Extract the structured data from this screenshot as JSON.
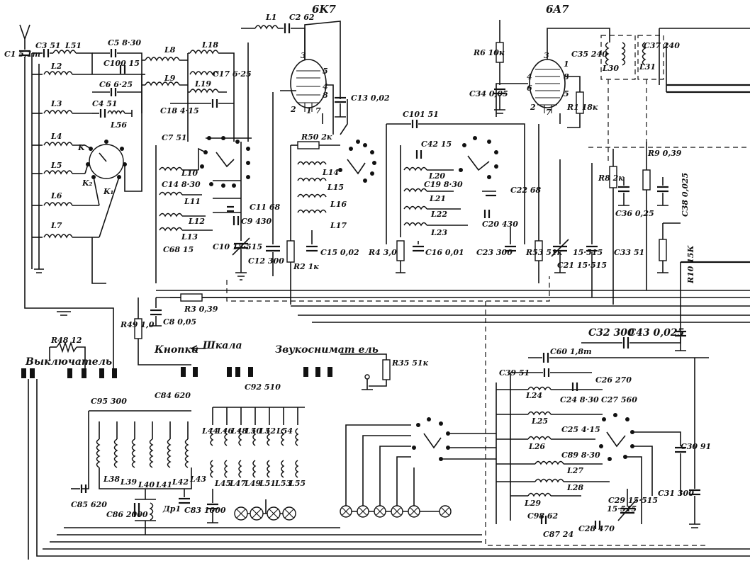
{
  "tubes": {
    "t1": "6K7",
    "t2": "6A7"
  },
  "controls": {
    "buttons": "Кнопки",
    "scale": "Шкала",
    "sound_removal": "Звукоснимат ель",
    "power_switch": "Выключатель"
  },
  "labels": {
    "C1": "C1 5,1т",
    "C3": "C3 51",
    "L51": "L51",
    "C5": "C5 8·30",
    "L8": "L8",
    "L18": "L18",
    "L2": "L2",
    "C100": "C100 15",
    "C6": "C6 6·25",
    "L9": "L9",
    "L19": "L19",
    "C17": "C17 6·25",
    "L3": "L3",
    "C4": "C4 51",
    "L56": "L56",
    "C18": "C18 4·15",
    "L4": "L4",
    "L5": "L5",
    "L6": "L6",
    "L7": "L7",
    "C7": "C7 51",
    "L10": "L10",
    "C14": "C14 8·30",
    "L11": "L11",
    "L12": "L12",
    "L13": "L13",
    "C68": "C68 15",
    "C11": "C11 68",
    "C9": "C9 430",
    "C10": "C10 15·515",
    "C12": "C12 300",
    "L1": "L1",
    "C2": "C2 62",
    "C13": "C13 0,02",
    "R50": "R50 2к",
    "L14": "L14",
    "L15": "L15",
    "L16": "L16",
    "L17": "L17",
    "R2": "R2 1к",
    "C15": "C15 0,02",
    "C101": "C101 51",
    "C42": "C42 15",
    "L20": "L20",
    "C19": "C19 8·30",
    "L21": "L21",
    "L22": "L22",
    "L23": "L23",
    "C22": "C22 68",
    "C20": "C20 430",
    "R4": "R4 3,0",
    "C16": "C16 0,01",
    "C23": "C23 300",
    "R6": "R6 10к",
    "C34": "C34 0,05",
    "R1": "R1 18к",
    "R53": "R53 51к",
    "C21": "C21 15·515",
    "C35": "C35 240",
    "L30": "L30",
    "C37": "C37 240",
    "L31": "L31",
    "R8": "R8 2к",
    "C36": "C36 0,25",
    "R9": "R9 0,39",
    "C38": "C38 0,025",
    "C33": "C33 51",
    "R10": "R10 15К",
    "C32": "C32 300",
    "C43": "C43 0,025",
    "R3": "R3 0,39",
    "C8": "C8 0,05",
    "R49": "R49 1,0",
    "R48": "R48 12",
    "R35": "R35 51к",
    "C60": "C60 1,8т",
    "C39": "C39 51",
    "C26": "C26 270",
    "L24": "L24",
    "C24": "C24 8·30",
    "C27": "C27 560",
    "L25": "L25",
    "C25": "C25 4·15",
    "L26": "L26",
    "C89": "C89 8·30",
    "L27": "L27",
    "L28": "L28",
    "L29": "L29",
    "C29": "C29 15·515",
    "C30": "C30 91",
    "C31": "C31 300",
    "C98": "C98 62",
    "C87": "C87 24",
    "C28": "C28 470",
    "C95": "C95 300",
    "C84": "C84 620",
    "C92": "C92 510",
    "L38": "L38",
    "L39": "L39",
    "L40": "L40",
    "L41": "L41",
    "L42": "L42",
    "L43": "L43",
    "L44": "L44",
    "L45": "L45",
    "L46": "L46",
    "L47": "L47",
    "L48": "L48",
    "L49": "L49",
    "L50": "L50",
    "L51b": "L51",
    "L52": "L52",
    "L53": "L53",
    "L54": "L54",
    "L55": "L55",
    "C85": "C85 620",
    "C86": "C86 2000",
    "Dr1": "Др1",
    "C83": "C83 1000"
  }
}
